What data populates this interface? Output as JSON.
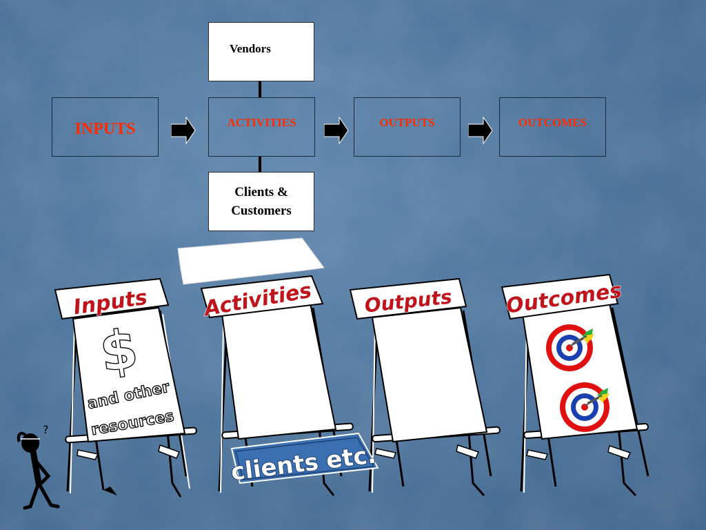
{
  "diagram": {
    "vendors": "Vendors",
    "clients": "Clients & Customers",
    "flow": [
      "INPUTS",
      "ACTIVITIES",
      "OUTPUTS",
      "OUTCOMES"
    ]
  },
  "easels": {
    "titles": [
      "Inputs",
      "Activities",
      "Outputs",
      "Outcomes"
    ],
    "inputs_dollar": "$",
    "inputs_text_line1": "and other",
    "inputs_text_line2": "resources",
    "clients_sign": "clients etc."
  },
  "colors": {
    "background": "#4d749c",
    "flow_text": "#ff2a00",
    "banner_text": "#c0141c",
    "target_red": "#e01010",
    "target_blue": "#1a3fb0"
  }
}
